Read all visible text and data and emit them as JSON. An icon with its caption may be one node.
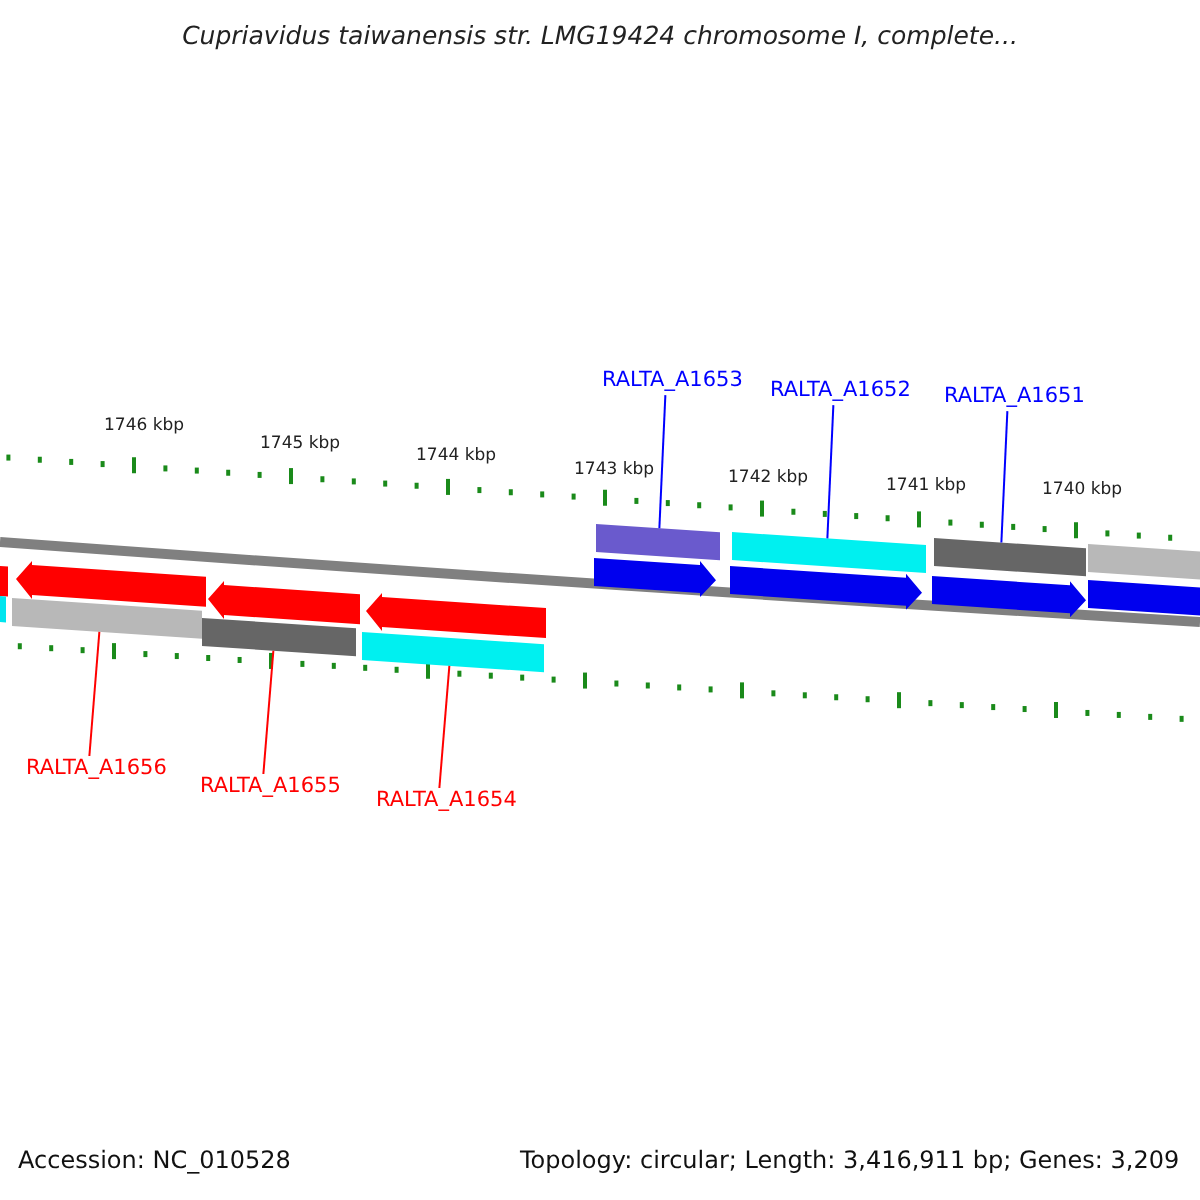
{
  "diagram": {
    "title": "Cupriavidus taiwanensis str. LMG19424 chromosome I, complete...",
    "nodes": [
      {
        "text": [
          "RALTA_A1653"
        ]
      },
      {
        "text": [
          "RALTA_A1652"
        ]
      },
      {
        "text": [
          "RALTA_A1651"
        ]
      },
      {
        "text": [],
        "shape": "bar"
      },
      {
        "text": [],
        "shape": "bar"
      },
      {
        "text": [],
        "shape": "bar"
      },
      {
        "text": [],
        "shape": "bar"
      },
      {
        "text": [],
        "shape": "bar"
      },
      {
        "text": [],
        "shape": "bar"
      },
      {
        "text": [
          "RALTA_A1656"
        ]
      },
      {
        "text": [
          "RALTA_A1655"
        ]
      },
      {
        "text": [
          "RALTA_A1654"
        ]
      }
    ],
    "edges": [
      {
        "from": 0,
        "to": 3,
        "arrow": "none",
        "color": "#0000ff"
      },
      {
        "from": 1,
        "to": 4,
        "arrow": "none",
        "color": "#0000ff"
      },
      {
        "from": 2,
        "to": 5,
        "arrow": "none",
        "color": "#0000ff"
      },
      {
        "from": 9,
        "to": 6,
        "arrow": "none",
        "color": "#ff0000"
      },
      {
        "from": 10,
        "to": 7,
        "arrow": "none",
        "color": "#ff0000"
      },
      {
        "from": 11,
        "to": 8,
        "arrow": "none",
        "color": "#ff0000"
      }
    ],
    "labels": [
      "1746 kbp",
      "1745 kbp",
      "1744 kbp",
      "1743 kbp",
      "1742 kbp",
      "1741 kbp",
      "1740 kbp",
      "Accession: NC_010528",
      "Topology: circular; Length: 3,416,911 bp; Genes: 3,209"
    ]
  }
}
